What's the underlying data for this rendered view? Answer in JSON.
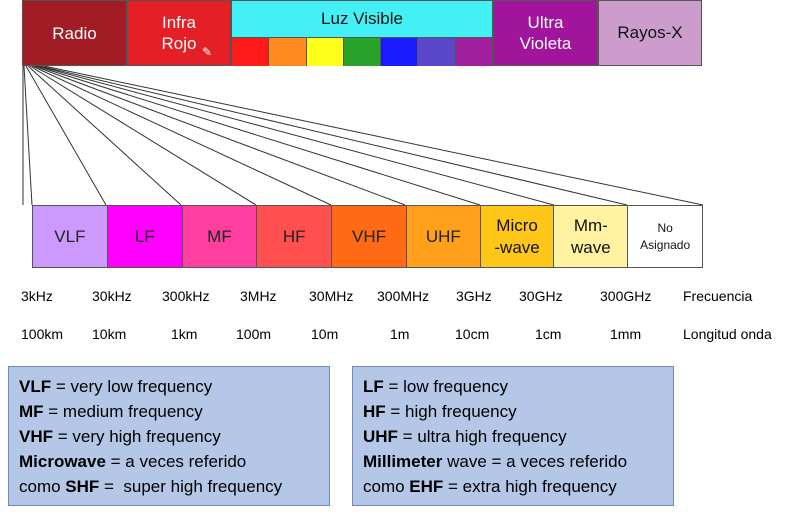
{
  "spectrum_top": {
    "radio": {
      "label": "Radio",
      "color": "#a11c25"
    },
    "infrared": {
      "label_line1": "Infra",
      "label_line2": "Rojo",
      "color": "#e41f26"
    },
    "visible": {
      "label": "Luz Visible",
      "color": "#43f0f5",
      "swatches": [
        "#ff1a1a",
        "#ff8a1f",
        "#ffff1a",
        "#2aa32a",
        "#1a1aff",
        "#5a47c9",
        "#a020a0"
      ]
    },
    "ultraviolet": {
      "label_line1": "Ultra",
      "label_line2": "Violeta",
      "color": "#a0159c"
    },
    "xray": {
      "label": "Rayos-X",
      "color": "#cc9dcc"
    }
  },
  "bands": [
    {
      "label": "VLF",
      "color": "#cc99ff"
    },
    {
      "label": "LF",
      "color": "#ff00ff"
    },
    {
      "label": "MF",
      "color": "#ff3fa0"
    },
    {
      "label": "HF",
      "color": "#ff4f4f"
    },
    {
      "label": "VHF",
      "color": "#ff6a14"
    },
    {
      "label": "UHF",
      "color": "#ff9f1a"
    },
    {
      "label": "Micro\n-wave",
      "color": "#ffc61a"
    },
    {
      "label": "Mm-\nwave",
      "color": "#fff2a0"
    },
    {
      "label": "No\nAsignado",
      "color": "#ffffff"
    }
  ],
  "frequency_row": [
    "3kHz",
    "30kHz",
    "300kHz",
    "3MHz",
    "30MHz",
    "300MHz",
    "3GHz",
    "30GHz",
    "300GHz",
    "Frecuencia"
  ],
  "wavelength_row": [
    "100km",
    "10km",
    "1km",
    "100m",
    "10m",
    "1m",
    "10cm",
    "1cm",
    "1mm",
    "Longitud onda"
  ],
  "legend_left": [
    {
      "term": "VLF",
      "text": " = very low frequency"
    },
    {
      "term": "MF",
      "text": " = medium frequency"
    },
    {
      "term": "VHF",
      "text": " = very high frequency"
    },
    {
      "term": "Microwave",
      "text": " = a veces referido"
    },
    {
      "pre": "como ",
      "term": "SHF",
      "text": " =  super high frequency"
    }
  ],
  "legend_right": [
    {
      "term": "LF",
      "text": " = low frequency"
    },
    {
      "term": "HF",
      "text": " = high frequency"
    },
    {
      "term": "UHF",
      "text": " = ultra high frequency"
    },
    {
      "term": "Millimeter",
      "text": " wave = a veces referido"
    },
    {
      "pre": "como ",
      "term": "EHF",
      "text": " = extra high frequency"
    }
  ]
}
